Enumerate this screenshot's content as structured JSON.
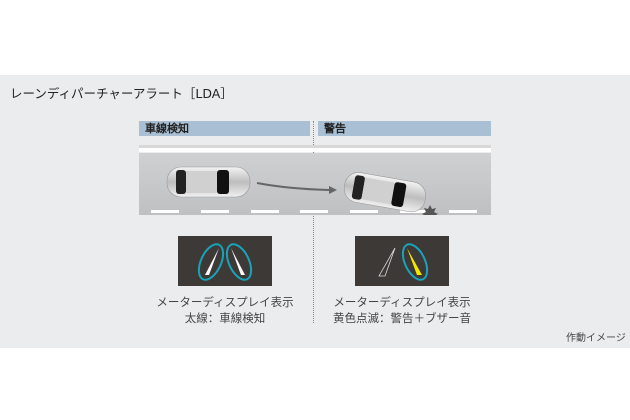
{
  "title": "レーンディパーチャーアラート［LDA］",
  "sections": [
    {
      "header": "車線検知",
      "display_line1": "メーターディスプレイ表示",
      "display_line2": "太線：車線検知"
    },
    {
      "header": "警告",
      "display_line1": "メーターディスプレイ表示",
      "display_line2": "黄色点滅：警告＋ブザー音"
    }
  ],
  "caption": "作動イメージ",
  "colors": {
    "header": "#a9bfd3",
    "highlight": "#1aa3b8",
    "warning": "#f5e600"
  }
}
